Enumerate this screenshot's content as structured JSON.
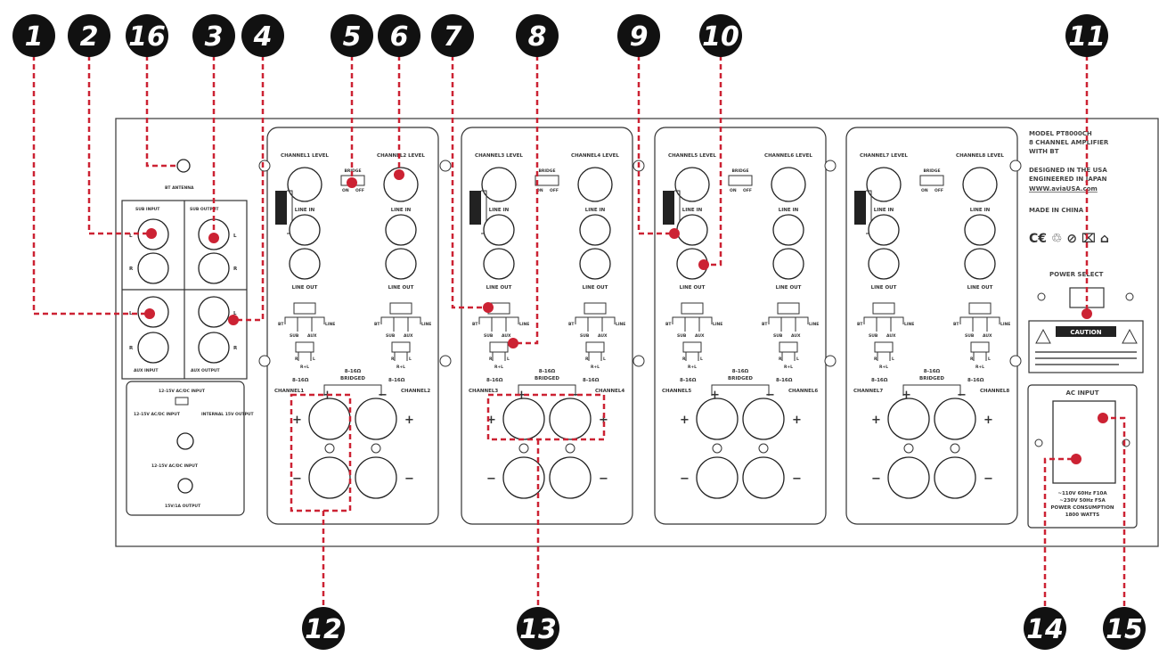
{
  "callouts": [
    {
      "id": "c1",
      "label": "1"
    },
    {
      "id": "c2",
      "label": "2"
    },
    {
      "id": "c16",
      "label": "16"
    },
    {
      "id": "c3",
      "label": "3"
    },
    {
      "id": "c4",
      "label": "4"
    },
    {
      "id": "c5",
      "label": "5"
    },
    {
      "id": "c6",
      "label": "6"
    },
    {
      "id": "c7",
      "label": "7"
    },
    {
      "id": "c8",
      "label": "8"
    },
    {
      "id": "c9",
      "label": "9"
    },
    {
      "id": "c10",
      "label": "10"
    },
    {
      "id": "c11",
      "label": "11"
    },
    {
      "id": "c12",
      "label": "12"
    },
    {
      "id": "c13",
      "label": "13"
    },
    {
      "id": "c14",
      "label": "14"
    },
    {
      "id": "c15",
      "label": "15"
    }
  ],
  "left_section": {
    "bt_antenna": "BT ANTENNA",
    "sub_input": "SUB INPUT",
    "sub_output": "SUB OUTPUT",
    "aux_input": "AUX INPUT",
    "aux_output": "AUX OUTPUT",
    "l": "L",
    "r": "R",
    "dc_input": "12-15V AC/DC INPUT",
    "dc_input_sub": "12-15V AC/DC INPUT",
    "internal_output": "INTERNAL 15V OUTPUT",
    "dc_input_2": "12-15V AC/DC INPUT",
    "output_2": "15V/1A OUTPUT"
  },
  "channel_blocks": [
    {
      "ch_a_level": "CHANNEL1 LEVEL",
      "ch_b_level": "CHANNEL2 LEVEL",
      "ch_a_name": "CHANNEL1",
      "ch_b_name": "CHANNEL2"
    },
    {
      "ch_a_level": "CHANNEL3 LEVEL",
      "ch_b_level": "CHANNEL4 LEVEL",
      "ch_a_name": "CHANNEL3",
      "ch_b_name": "CHANNEL4"
    },
    {
      "ch_a_level": "CHANNEL5 LEVEL",
      "ch_b_level": "CHANNEL6 LEVEL",
      "ch_a_name": "CHANNEL5",
      "ch_b_name": "CHANNEL6"
    },
    {
      "ch_a_level": "CHANNEL7 LEVEL",
      "ch_b_level": "CHANNEL8 LEVEL",
      "ch_a_name": "CHANNEL7",
      "ch_b_name": "CHANNEL8"
    }
  ],
  "block_labels": {
    "bridge": "BRIDGE",
    "on": "ON",
    "off": "OFF",
    "line_in": "LINE IN",
    "line_out": "LINE OUT",
    "bt": "BT",
    "line": "LINE",
    "sub": "SUB",
    "aux": "AUX",
    "r": "R",
    "l": "L",
    "r_plus_l": "R+L",
    "ohm": "8-16Ω",
    "bridged": "BRIDGED",
    "plus": "+",
    "minus": "−"
  },
  "right_section": {
    "model": "MODEL PT8000CH",
    "desc1": "8 CHANNEL AMPLIFIER",
    "desc2": "WITH BT",
    "designed": "DESIGNED IN THE USA",
    "engineered": "ENGINEERED IN JAPAN",
    "website": "WWW.aviaUSA.com",
    "made": "MADE IN CHINA",
    "marks": "C€ ♲ ⊘ ⌧ ⌂",
    "power_select": "POWER SELECT",
    "caution": "CAUTION",
    "ac_input": "AC INPUT",
    "spec1": "~110V 60Hz F10A",
    "spec2": "~230V 50Hz F5A",
    "spec3": "POWER CONSUMPTION",
    "spec4": "1800 WATTS"
  }
}
